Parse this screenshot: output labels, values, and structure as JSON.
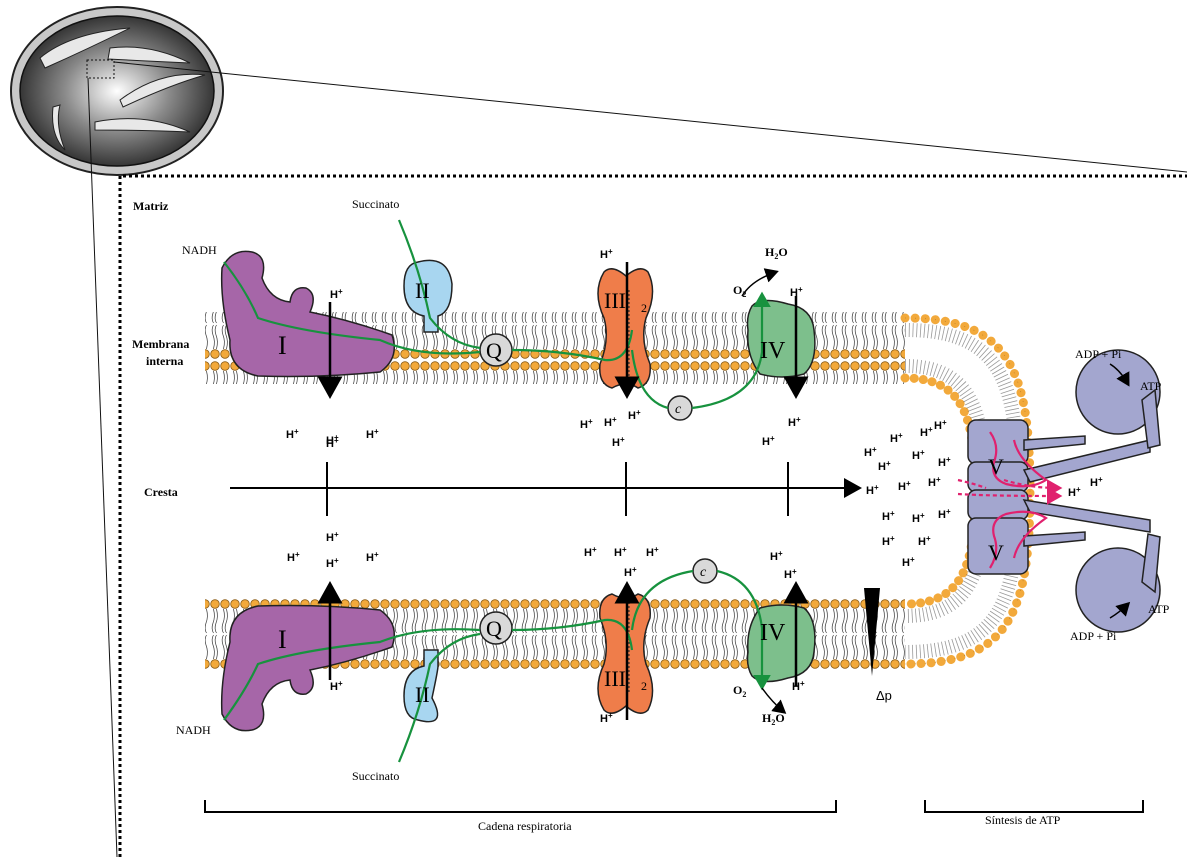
{
  "labels": {
    "matriz": "Matriz",
    "membrana_line1": "Membrana",
    "membrana_line2": "interna",
    "cresta": "Cresta",
    "cadena": "Cadena respiratoria",
    "sintesis": "Síntesis de ATP",
    "delta_p": "Δp"
  },
  "top_chain": {
    "nadh": "NADH",
    "succinato": "Succinato",
    "complex_I": "I",
    "complex_II": "II",
    "complex_III": "III",
    "complex_III_sub": "2",
    "complex_IV": "IV",
    "quinone": "Q",
    "cytc": "c",
    "o2": "O",
    "o2_sub": "2",
    "h2o": "H",
    "h2o_sub": "2",
    "h2o_tail": "O"
  },
  "bottom_chain": {
    "nadh": "NADH",
    "succinato": "Succinato",
    "complex_I": "I",
    "complex_II": "II",
    "complex_III": "III",
    "complex_III_sub": "2",
    "complex_IV": "IV",
    "quinone": "Q",
    "cytc": "c",
    "o2": "O",
    "o2_sub": "2",
    "h2o": "H",
    "h2o_sub": "2",
    "h2o_tail": "O"
  },
  "atp_synthase": {
    "top_label": "V",
    "bottom_label": "V",
    "top_input": "ADP + Pi",
    "top_output": "ATP",
    "bottom_input": "ADP + Pi",
    "bottom_output": "ATP"
  },
  "proton": {
    "base": "H",
    "sup": "+"
  },
  "colors": {
    "lipid_head": "#f2a93b",
    "complex_I": "#a666a8",
    "complex_II": "#a8d6f0",
    "complex_III": "#ef7d4a",
    "complex_IV": "#7dbf8c",
    "atp_synthase": "#a3a6cf",
    "electron_path": "#17923e",
    "rotor_path": "#e0216e"
  }
}
